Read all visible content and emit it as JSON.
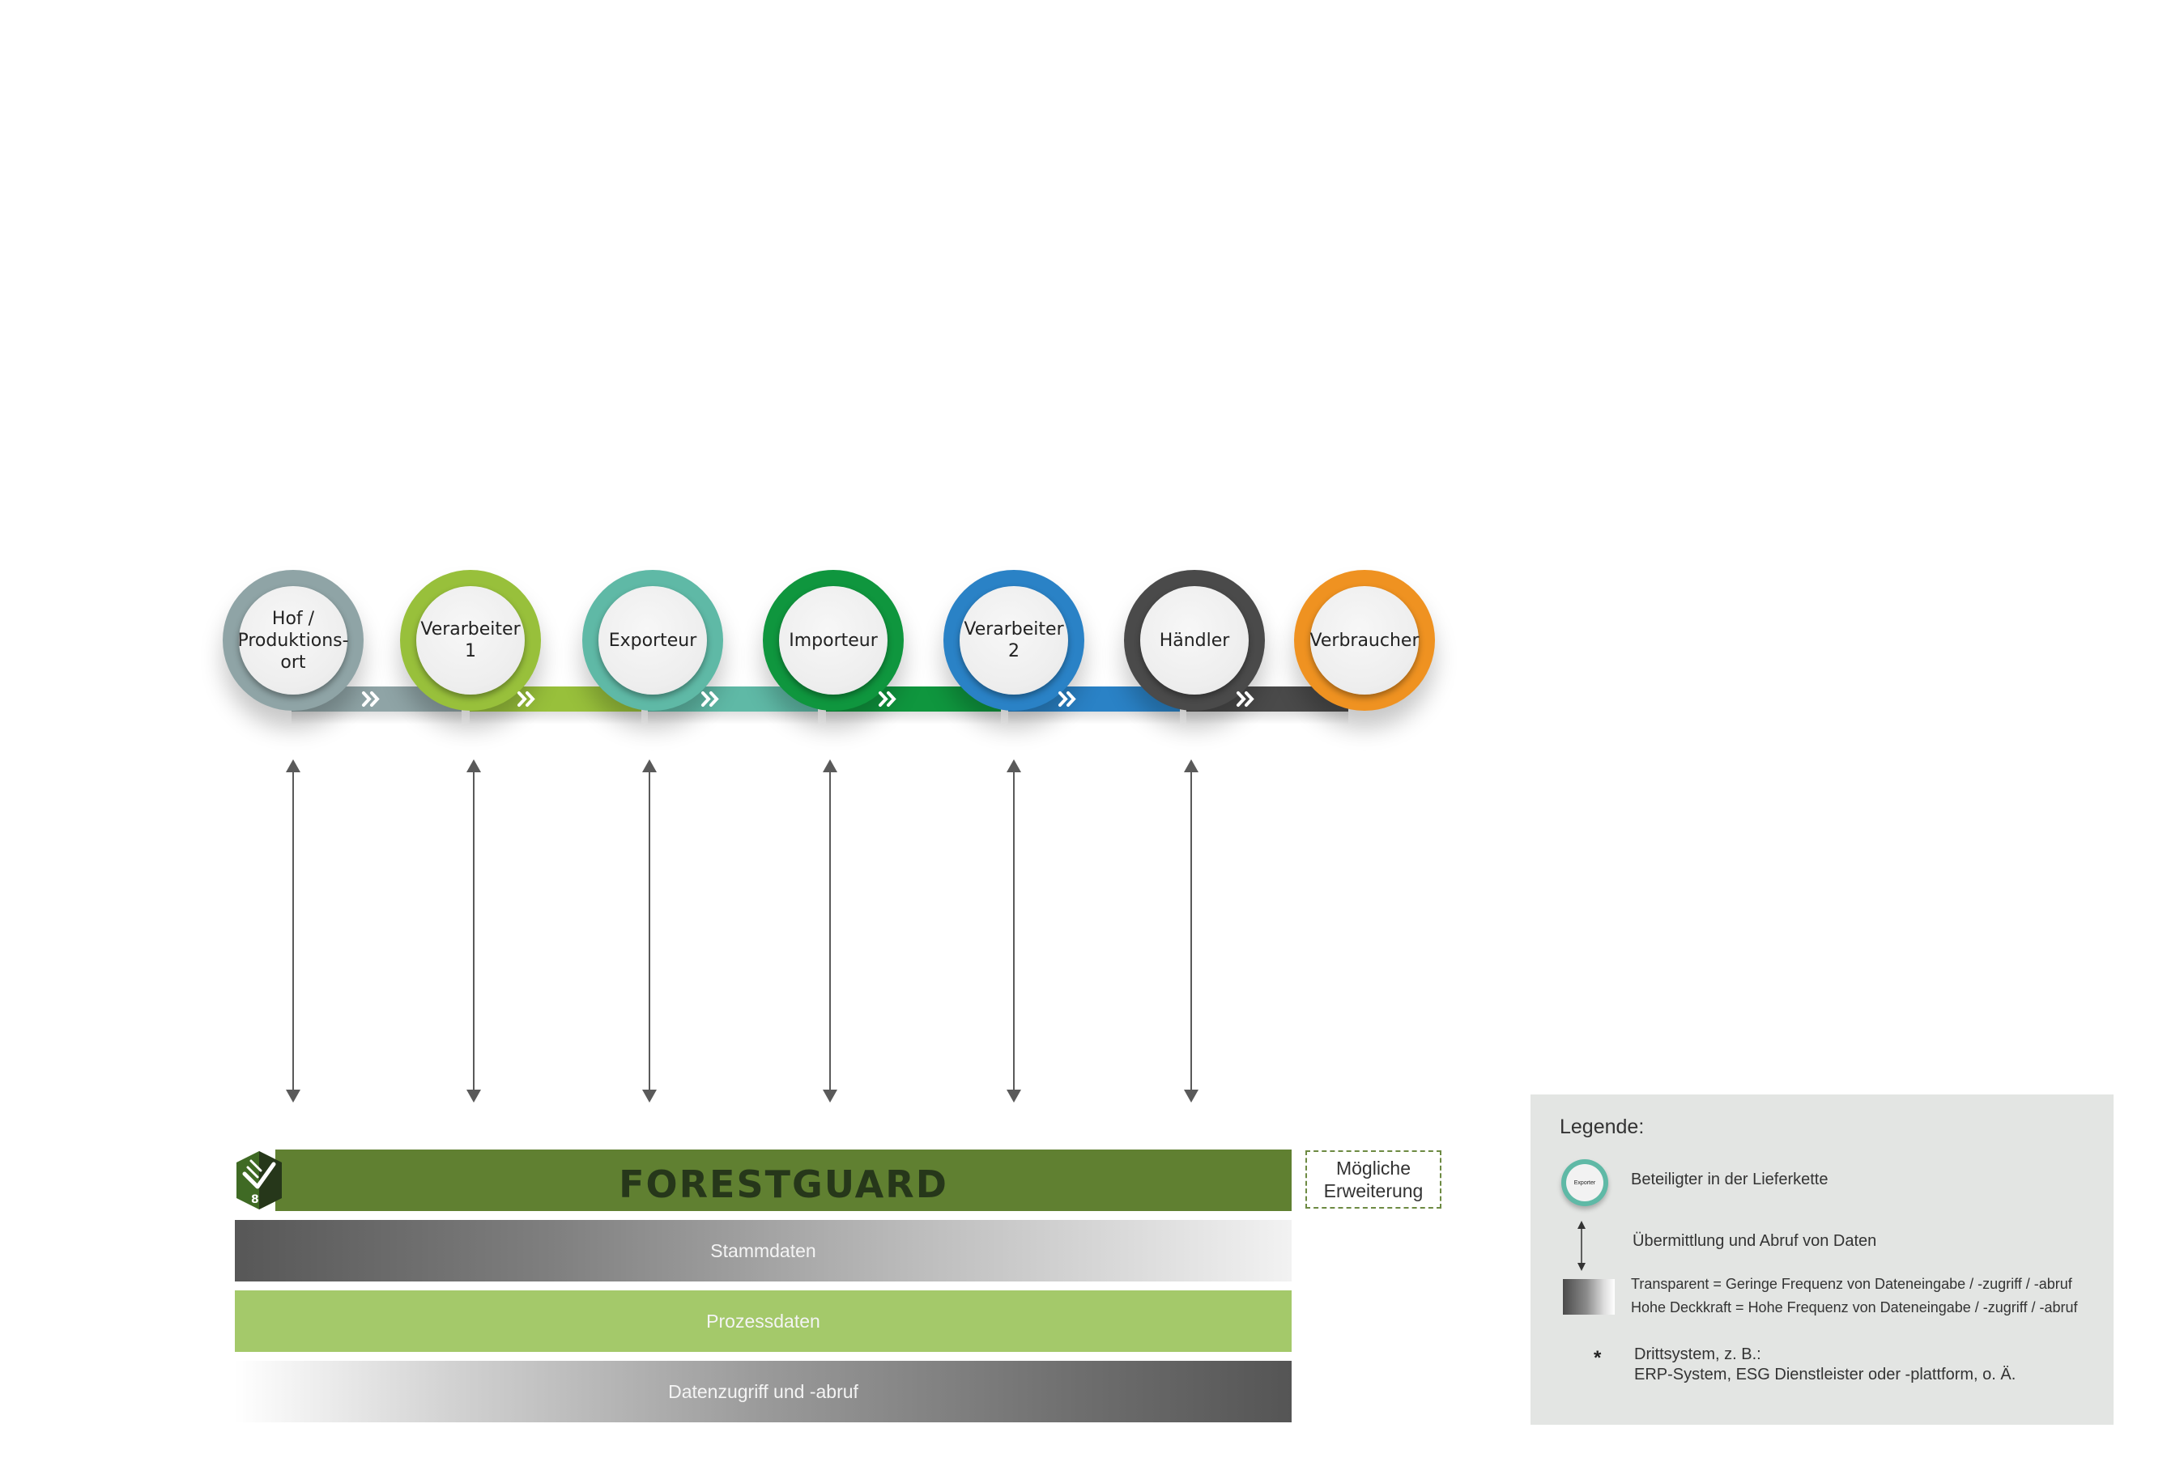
{
  "chain": {
    "nodes": [
      {
        "label": "Hof /\nProduktions-\nort",
        "color": "#8fa4a6"
      },
      {
        "label": "Verarbeiter 1",
        "color": "#98c03b"
      },
      {
        "label": "Exporteur",
        "color": "#5fb9a6"
      },
      {
        "label": "Importeur",
        "color": "#0f963e"
      },
      {
        "label": "Verarbeiter 2",
        "color": "#2a82c6"
      },
      {
        "label": "Händler",
        "color": "#4a4a4a"
      },
      {
        "label": "Verbraucher",
        "color": "#ef9221"
      }
    ]
  },
  "platform": {
    "title": "FORESTGUARD",
    "extension": "Mögliche\nErweiterung",
    "layers": [
      "Stammdaten",
      "Prozessdaten",
      "Datenzugriff und -abruf"
    ]
  },
  "legend": {
    "title": "Legende:",
    "sample_label": "Exporter",
    "participant": "Beteiligter in der Lieferkette",
    "transfer": "Übermittlung und Abruf von Daten",
    "transparent": "Transparent = Geringe Frequenz von Dateneingabe / -zugriff / -abruf",
    "opacity": "Hohe Deckkraft = Hohe Frequenz von Dateneingabe / -zugriff / -abruf",
    "third_party_marker": "*",
    "third_party_1": "Drittsystem, z. B.:",
    "third_party_2": "ERP-System, ESG Dienstleister oder -plattform, o. Ä."
  },
  "colors": {
    "forestguard_green": "#608031",
    "prozess_green": "#a4c96a",
    "legend_bg": "#e3e5e3"
  }
}
